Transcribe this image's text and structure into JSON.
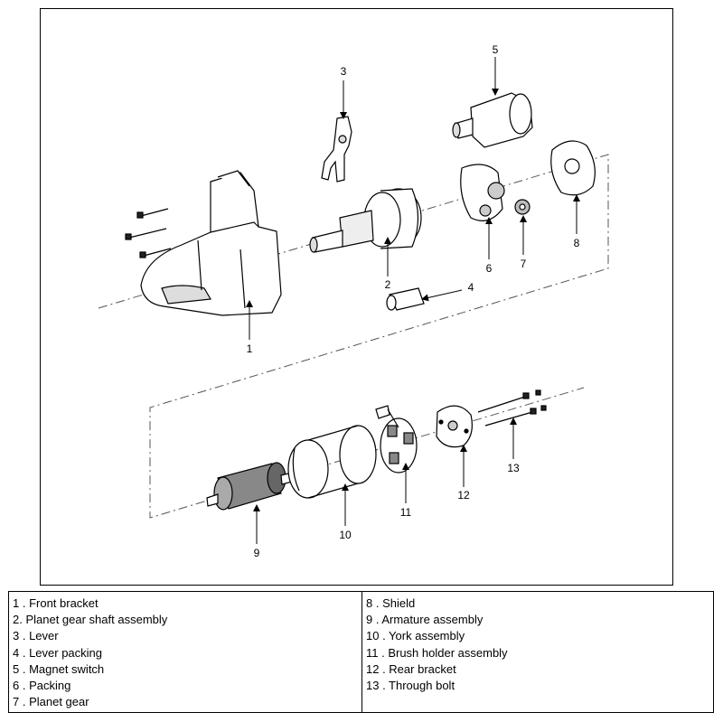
{
  "diagram": {
    "callouts": [
      "1",
      "2",
      "3",
      "4",
      "5",
      "6",
      "7",
      "8",
      "9",
      "10",
      "11",
      "12",
      "13"
    ]
  },
  "legend": {
    "left": [
      "1 . Front bracket",
      "2. Planet gear shaft assembly",
      "3 . Lever",
      "4 . Lever packing",
      "5 . Magnet switch",
      "6 . Packing",
      "7 . Planet gear"
    ],
    "right": [
      "8 . Shield",
      "9 . Armature assembly",
      "10 . York assembly",
      "11 . Brush holder assembly",
      "12 . Rear bracket",
      "13 . Through bolt"
    ]
  }
}
